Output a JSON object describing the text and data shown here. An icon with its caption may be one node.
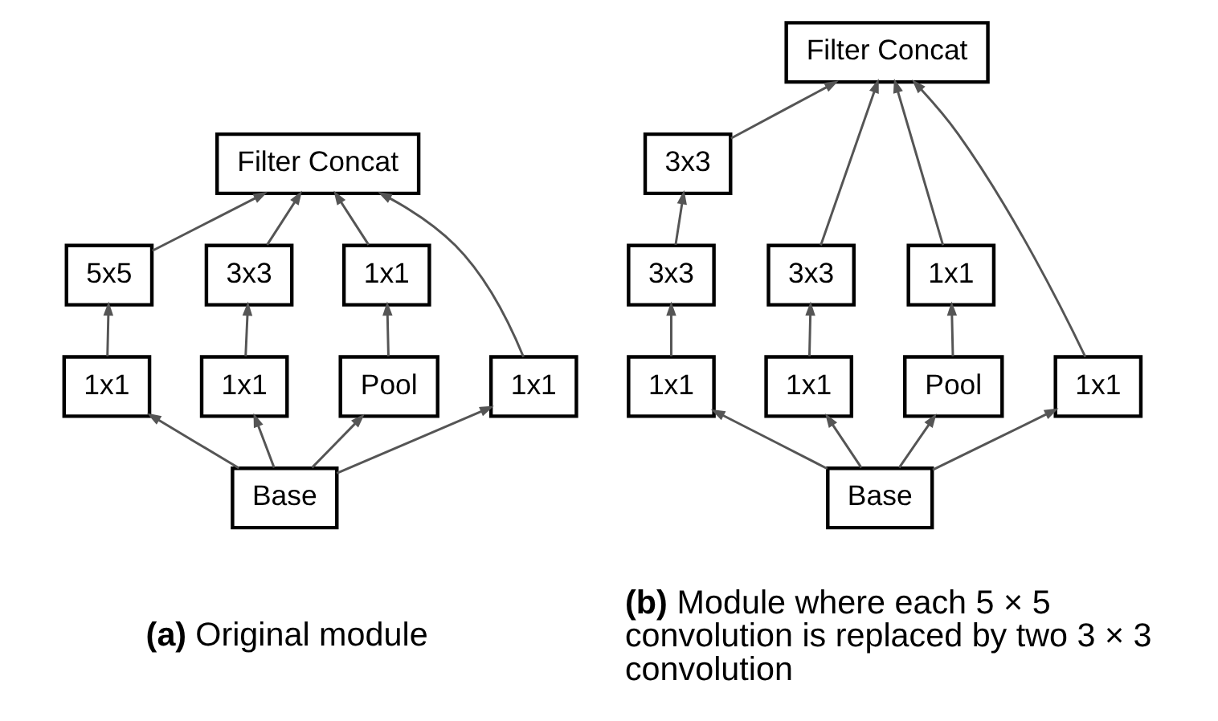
{
  "diagram": {
    "nodes": [
      {
        "text": [
          "Filter Concat"
        ]
      },
      {
        "text": [
          "5x5"
        ]
      },
      {
        "text": [
          "3x3"
        ]
      },
      {
        "text": [
          "1x1"
        ]
      },
      {
        "text": [
          "1x1"
        ]
      },
      {
        "text": [
          "1x1"
        ]
      },
      {
        "text": [
          "1x1"
        ]
      },
      {
        "text": [
          "Pool"
        ]
      },
      {
        "text": [
          "Base"
        ]
      },
      {
        "text": [
          "Filter Concat"
        ]
      },
      {
        "text": [
          "3x3"
        ]
      },
      {
        "text": [
          "3x3"
        ]
      },
      {
        "text": [
          "3x3"
        ]
      },
      {
        "text": [
          "1x1"
        ]
      },
      {
        "text": [
          "1x1"
        ]
      },
      {
        "text": [
          "1x1"
        ]
      },
      {
        "text": [
          "Pool"
        ]
      },
      {
        "text": [
          "1x1"
        ]
      },
      {
        "text": [
          "Base"
        ]
      }
    ],
    "edges": [
      {
        "from": 8,
        "to": 5,
        "arrow": "to"
      },
      {
        "from": 8,
        "to": 6,
        "arrow": "to"
      },
      {
        "from": 8,
        "to": 7,
        "arrow": "to"
      },
      {
        "from": 8,
        "to": 4,
        "arrow": "to"
      },
      {
        "from": 5,
        "to": 1,
        "arrow": "to"
      },
      {
        "from": 6,
        "to": 2,
        "arrow": "to"
      },
      {
        "from": 7,
        "to": 3,
        "arrow": "to"
      },
      {
        "from": 1,
        "to": 0,
        "arrow": "to"
      },
      {
        "from": 2,
        "to": 0,
        "arrow": "to"
      },
      {
        "from": 3,
        "to": 0,
        "arrow": "to"
      },
      {
        "from": 4,
        "to": 0,
        "arrow": "to"
      },
      {
        "from": 18,
        "to": 14,
        "arrow": "to"
      },
      {
        "from": 18,
        "to": 15,
        "arrow": "to"
      },
      {
        "from": 18,
        "to": 16,
        "arrow": "to"
      },
      {
        "from": 18,
        "to": 17,
        "arrow": "to"
      },
      {
        "from": 14,
        "to": 11,
        "arrow": "to"
      },
      {
        "from": 11,
        "to": 10,
        "arrow": "to"
      },
      {
        "from": 15,
        "to": 12,
        "arrow": "to"
      },
      {
        "from": 16,
        "to": 13,
        "arrow": "to"
      },
      {
        "from": 10,
        "to": 9,
        "arrow": "to"
      },
      {
        "from": 12,
        "to": 9,
        "arrow": "to"
      },
      {
        "from": 13,
        "to": 9,
        "arrow": "to"
      },
      {
        "from": 17,
        "to": 9,
        "arrow": "to"
      }
    ],
    "labels": [
      "**(a)** Original module",
      "**(b)** Module where each 5 × 5 convolution is replaced by two 3 × 3 convolution"
    ]
  }
}
